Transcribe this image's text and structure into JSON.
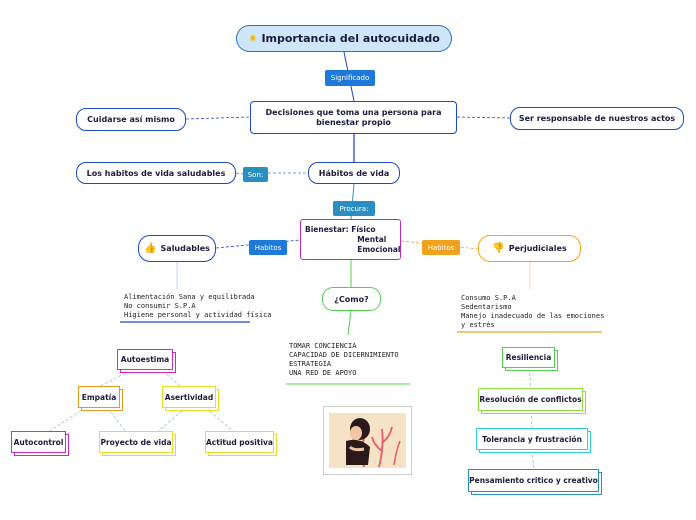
{
  "root": {
    "icon": "sparkle-icon",
    "title": "Importancia del autocuidado"
  },
  "labels": {
    "significado": "Significado",
    "son": "Son:",
    "procura": "Procura:",
    "habitos_left": "Habitos",
    "habitos_right": "Habitos"
  },
  "nodes": {
    "decisiones": "Decisiones que toma una persona para\nbienestar propio",
    "cuidarse": "Cuidarse así mismo",
    "responsable": "Ser responsable de nuestros actos",
    "habitos_vida": "Hábitos de vida",
    "habitos_saludables": "Los habitos de vida saludables",
    "bienestar": "Bienestar: Físico\n                    Mental\n                    Emocional",
    "saludables": "Saludables",
    "perjudiciales": "Perjudiciales",
    "como": "¿Como?"
  },
  "icons": {
    "saludables": "thumbs-up-icon",
    "perjudiciales": "thumbs-down-icon"
  },
  "texts": {
    "saludables_list": "Alimentación Sana y equilibrada\nNo consumir S.P.A\nHigiene personal y actividad física",
    "perjudiciales_list": "Consumo S.P.A\nSedentarismo\nManejo inadecuado de las emociones\ny estrés",
    "como_list": "TOMAR CONCIENCIA\nCAPACIDAD DE DICERNIMIENTO\nESTRATEGIA\nUNA RED DE APOYO"
  },
  "left_tree": {
    "autoestima": "Autoestima",
    "empatia": "Empatía",
    "asertividad": "Asertividad",
    "autocontrol": "Autocontrol",
    "proyecto": "Proyecto de vida",
    "actitud": "Actitud positiva"
  },
  "right_tree": {
    "resiliencia": "Resiliencia",
    "resolucion": "Resolución de conflictos",
    "tolerancia": "Tolerancia y frustración",
    "pensamiento": "Pensamiento critico y creativo"
  },
  "colors": {
    "blue": "#1b47c9",
    "magenta": "#d226d2",
    "orange": "#f0a11e",
    "green": "#4fd14f"
  }
}
